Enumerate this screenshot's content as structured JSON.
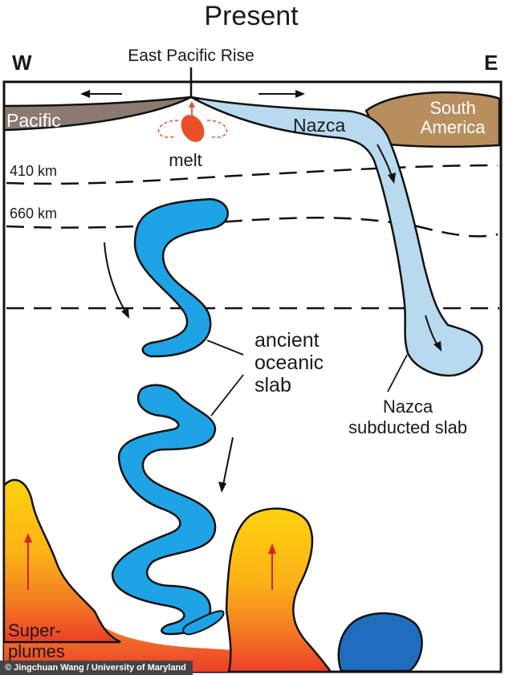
{
  "title": "Present",
  "directions": {
    "west": "W",
    "east": "E"
  },
  "labels": {
    "ridge": "East Pacific Rise",
    "pacific_plate": "Pacific",
    "nazca_plate": "Nazca",
    "south_america_line1": "South",
    "south_america_line2": "America",
    "melt": "melt",
    "depth_410": "410 km",
    "depth_660": "660 km",
    "ancient_slab_line1": "ancient",
    "ancient_slab_line2": "oceanic",
    "ancient_slab_line3": "slab",
    "nazca_slab_line1": "Nazca",
    "nazca_slab_line2": "subducted slab",
    "superplumes_line1": "Super-",
    "superplumes_line2": "plumes"
  },
  "credit": "© Jingchuan Wang / University of Maryland",
  "colors": {
    "pacific_plate": "#8b7a72",
    "nazca_plate": "#b8d9ee",
    "south_america": "#b88e5e",
    "ancient_slab": "#1ea3e6",
    "deep_blob": "#1f6dbd",
    "melt": "#e8502a",
    "plume_top": "#fdd20c",
    "plume_bottom": "#ef4628",
    "outline": "#111111"
  }
}
